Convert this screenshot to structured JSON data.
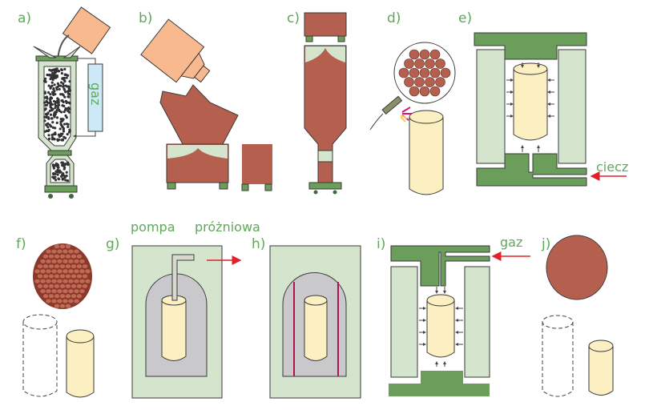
{
  "panels": {
    "a": {
      "label": "a)",
      "gas_label": "gaz"
    },
    "b": {
      "label": "b)"
    },
    "c": {
      "label": "c)"
    },
    "d": {
      "label": "d)"
    },
    "e": {
      "label": "e)",
      "liquid_label": "ciecz"
    },
    "f": {
      "label": "f)"
    },
    "g": {
      "label": "g)",
      "pump_label_1": "pompa",
      "pump_label_2": "próżniowa"
    },
    "h": {
      "label": "h)"
    },
    "i": {
      "label": "i)",
      "gas_label": "gaz"
    },
    "j": {
      "label": "j)"
    }
  },
  "colors": {
    "brick": "#b5604e",
    "light_green": "#d5e5cd",
    "dark_green": "#6a9e5a",
    "cream": "#fcefc2",
    "peach": "#f9b98e",
    "gray": "#c9c8ca",
    "gas_box": "#cde8f6",
    "arrow_red": "#e0212a",
    "label_green": "#5fa85a"
  }
}
